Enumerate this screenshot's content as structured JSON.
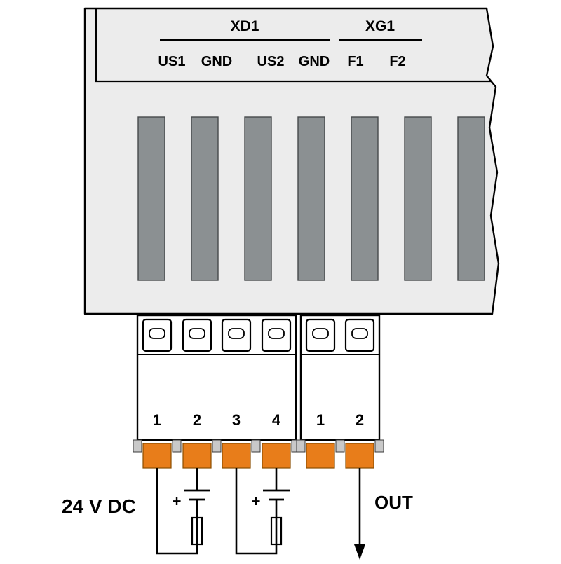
{
  "module": {
    "sections": [
      {
        "label": "XD1",
        "pins": [
          "US1",
          "GND",
          "US2",
          "GND"
        ]
      },
      {
        "label": "XG1",
        "pins": [
          "F1",
          "F2"
        ]
      }
    ]
  },
  "connectors": {
    "xd1_terminals": [
      "1",
      "2",
      "3",
      "4"
    ],
    "xg1_terminals": [
      "1",
      "2"
    ]
  },
  "annotations": {
    "supply_label": "24 V DC",
    "out_label": "OUT",
    "plus_sign": "+"
  },
  "colors": {
    "module_fill": "#ececec",
    "slot_fill": "#8b9092",
    "terminal_orange": "#e87d1a",
    "line_black": "#000000"
  }
}
